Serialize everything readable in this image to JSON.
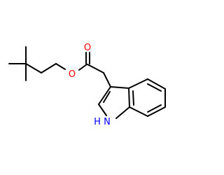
{
  "molecule": {
    "atoms": {
      "carbonyl_oxygen": "O",
      "ester_oxygen": "O",
      "indole_nitrogen": "H N"
    },
    "colors": {
      "bond": "#000000",
      "oxygen": "#ff0000",
      "nitrogen": "#0000ff",
      "background": "#ffffff"
    }
  }
}
